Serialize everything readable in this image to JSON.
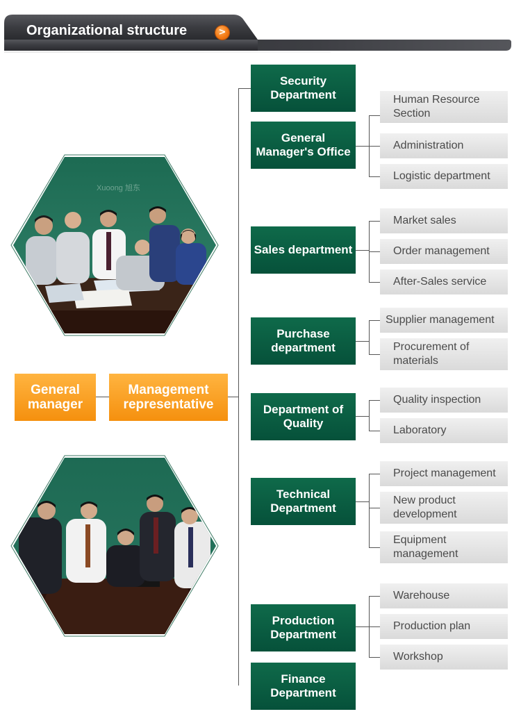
{
  "header": {
    "title": "Organizational structure",
    "arrow_glyph": ">"
  },
  "photo_watermark": "Xuoong 旭东",
  "top_level": {
    "general_manager": "General manager",
    "management_representative": "Management representative"
  },
  "departments": [
    {
      "name": "Security Department",
      "sections": []
    },
    {
      "name": "General Manager's Office",
      "sections": [
        "Human Resource Section",
        "Administration",
        "Logistic department"
      ]
    },
    {
      "name": "Sales department",
      "sections": [
        "Market sales",
        "Order management",
        "After-Sales service"
      ]
    },
    {
      "name": "Purchase department",
      "sections": [
        "Supplier management",
        "Procurement of materials"
      ]
    },
    {
      "name": "Department of Quality",
      "sections": [
        "Quality inspection",
        "Laboratory"
      ]
    },
    {
      "name": "Technical Department",
      "sections": [
        "Project management",
        "New product development",
        "Equipment management"
      ]
    },
    {
      "name": "Production Department",
      "sections": [
        "Warehouse",
        "Production plan",
        "Workshop"
      ]
    },
    {
      "name": "Finance Department",
      "sections": []
    }
  ],
  "colors": {
    "department_green": "#0b5e42",
    "top_level_orange": "#f79a1d",
    "section_gray": "#e2e2e2",
    "header_dark": "#3a3b40"
  }
}
